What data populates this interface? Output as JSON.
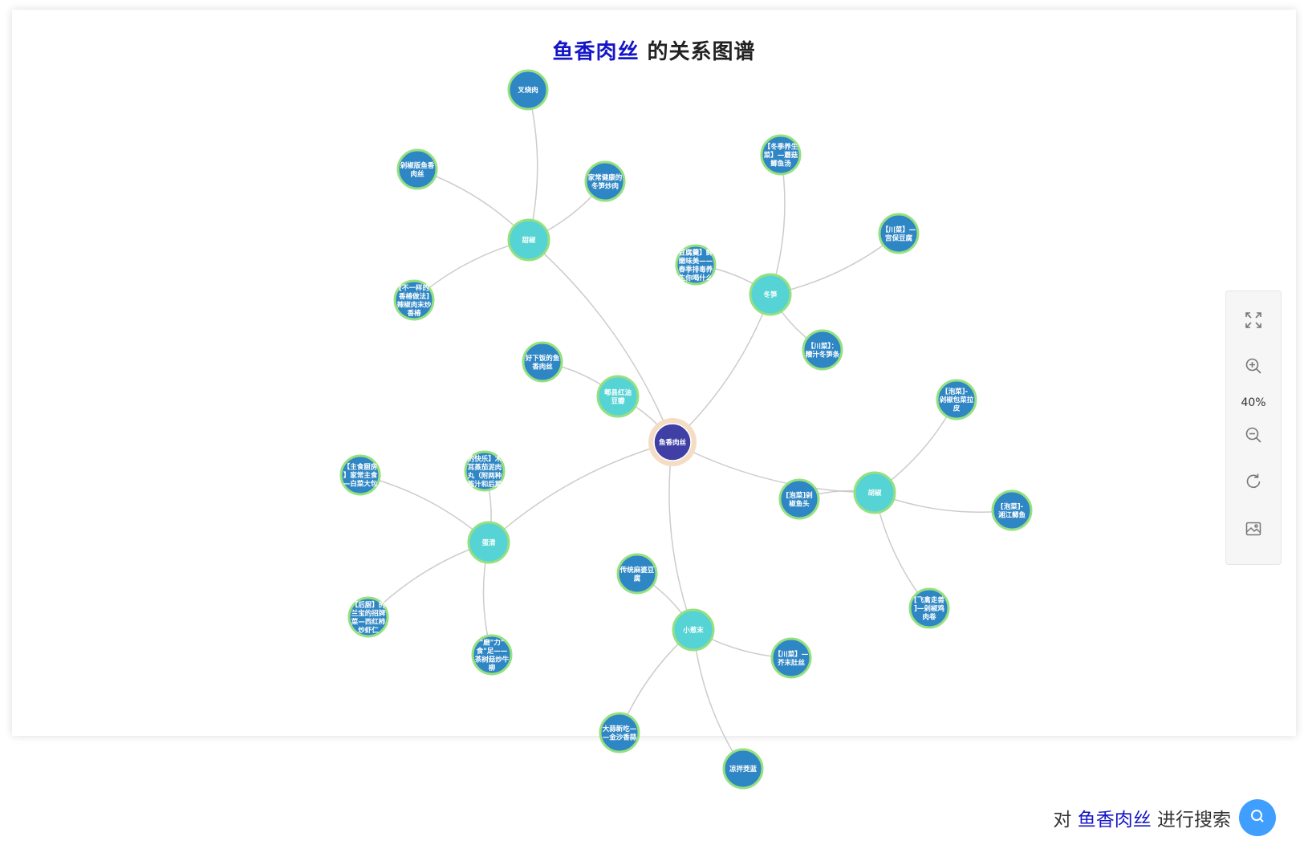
{
  "title": {
    "keyword": "鱼香肉丝",
    "suffix": " 的关系图谱"
  },
  "graph": {
    "center": {
      "label": "鱼香肉丝"
    },
    "groups": [
      {
        "label": "郫县红油豆瓣",
        "children": [
          "好下饭的鱼香肉丝"
        ]
      },
      {
        "label": "胡椒",
        "children": [
          "[泡菜]剁椒鱼头",
          "[泡菜]-剁椒包菜拉皮",
          "[泡菜]-湘江鲫鱼",
          "[飞禽走兽]—剁椒鸡肉卷"
        ]
      },
      {
        "label": "蛋清",
        "children": [
          "【主食厨房】家常主食—白菜大包",
          "的快乐】木耳蒸茄泥肉丸（附两种酱汁和后期处理）",
          "【后厨】的兰宝的招牌菜—西红柿炒虾仁",
          "\"磨\"力\"食\"足——茶树菇炒牛柳"
        ]
      },
      {
        "label": "小葱末",
        "children": [
          "传统麻婆豆腐",
          "【川菜】—芥末肚丝",
          "大蒜新吃——金沙香蒜",
          "凉拌茭蓝"
        ]
      },
      {
        "label": "冬笋",
        "children": [
          "【冬季养生菜】—蘑菇鲫鱼汤",
          "【川菜】—宫保豆腐",
          "豆腐羹】鲜嫩味美——春季排毒养生你喝什么",
          "【川菜】：糟汁冬笋条"
        ]
      },
      {
        "label": "甜椒",
        "children": [
          "叉烧肉",
          "剁椒版鱼香肉丝",
          "家常健康的冬笋炒肉",
          "[不一样的香椿做法]辣椒肉末炒香椿"
        ]
      }
    ]
  },
  "toolbar": {
    "zoom_label": "40%",
    "icons": [
      "fullscreen-icon",
      "zoom-in-icon",
      "zoom-out-icon",
      "refresh-icon",
      "save-image-icon"
    ]
  },
  "search": {
    "prefix": "对 ",
    "keyword": "鱼香肉丝",
    "suffix": " 进行搜索",
    "icon": "search-icon"
  },
  "colors": {
    "keyword": "#1515c8",
    "center_fill": "#3f3fa5",
    "center_ring": "#f5dcc4",
    "group_fill": "#56d3d4",
    "leaf_fill": "#2f86c4",
    "node_border": "#95e07f",
    "edge": "#cccccc",
    "search_button": "#409eff"
  }
}
